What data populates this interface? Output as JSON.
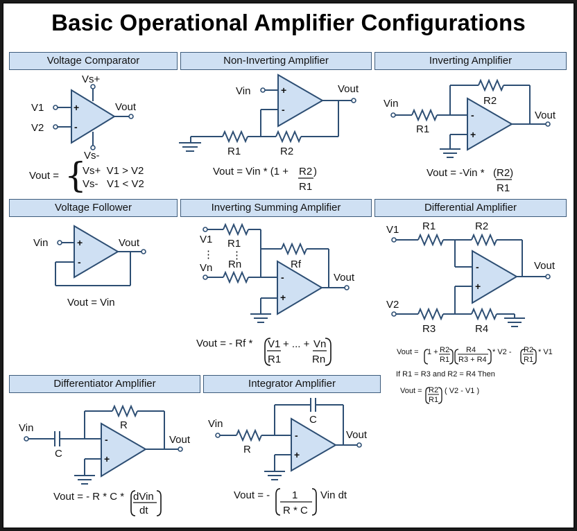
{
  "title": "Basic Operational Amplifier Configurations",
  "colors": {
    "panel_header_fill": "#cfe0f3",
    "wire": "#2d4e73",
    "amp_fill": "#cfe0f3"
  },
  "panels": {
    "comparator": {
      "header": "Voltage Comparator",
      "labels": {
        "vs_plus": "Vs+",
        "vs_minus": "Vs-",
        "v1": "V1",
        "v2": "V2",
        "vout": "Vout",
        "plus": "+",
        "minus": "-"
      },
      "equation": {
        "lhs": "Vout =",
        "case1": "Vs+  V1 > V2",
        "case2": "Vs-   V1 < V2"
      }
    },
    "non_inverting": {
      "header": "Non-Inverting Amplifier",
      "labels": {
        "vin": "Vin",
        "vout": "Vout",
        "r1": "R1",
        "r2": "R2",
        "plus": "+",
        "minus": "-"
      },
      "equation": {
        "lhs": "Vout = Vin * (1 + ",
        "num": "R2",
        "close": ")",
        "den": "R1"
      }
    },
    "inverting": {
      "header": "Inverting Amplifier",
      "labels": {
        "vin": "Vin",
        "vout": "Vout",
        "r1": "R1",
        "r2": "R2",
        "plus": "+",
        "minus": "-"
      },
      "equation": {
        "lhs": "Vout = -Vin * ",
        "num": "(R2)",
        "den": "R1"
      }
    },
    "follower": {
      "header": "Voltage Follower",
      "labels": {
        "vin": "Vin",
        "vout": "Vout",
        "plus": "+",
        "minus": "-"
      },
      "equation": "Vout = Vin"
    },
    "summing": {
      "header": "Inverting Summing Amplifier",
      "labels": {
        "v1": "V1",
        "vn": "Vn",
        "r1": "R1",
        "rn": "Rn",
        "rf": "Rf",
        "vout": "Vout",
        "dots": "⋮",
        "plus": "+",
        "minus": "-"
      },
      "equation": {
        "lhs": "Vout = - Rf * ",
        "n1": "V1",
        "d1": "R1",
        "mid": "+ ... +",
        "n2": "Vn",
        "d2": "Rn"
      }
    },
    "differential": {
      "header": "Differential Amplifier",
      "labels": {
        "v1": "V1",
        "v2": "V2",
        "r1": "R1",
        "r2": "R2",
        "r3": "R3",
        "r4": "R4",
        "vout": "Vout",
        "plus": "+",
        "minus": "-"
      },
      "equation": {
        "lhs": "Vout =",
        "one_plus": "1 +",
        "r2": "R2",
        "r1": "R1",
        "r4": "R4",
        "r3r4": "R3 + R4",
        "times_v2": "* V2 -",
        "times_v1": "* V1",
        "condition": "If R1 = R3 and R2 = R4 Then",
        "lhs2": "Vout =",
        "tail2": "( V2 - V1 )"
      }
    },
    "differentiator": {
      "header": "Differentiator Amplifier",
      "labels": {
        "vin": "Vin",
        "vout": "Vout",
        "c": "C",
        "r": "R",
        "plus": "+",
        "minus": "-"
      },
      "equation": {
        "lhs": "Vout = - R * C * ",
        "num": "dVin",
        "den": "dt"
      }
    },
    "integrator": {
      "header": "Integrator Amplifier",
      "labels": {
        "vin": "Vin",
        "vout": "Vout",
        "c": "C",
        "r": "R",
        "plus": "+",
        "minus": "-"
      },
      "equation": {
        "lhs": "Vout = -",
        "num": "1",
        "den": "R * C",
        "tail": "Vin dt"
      }
    }
  }
}
